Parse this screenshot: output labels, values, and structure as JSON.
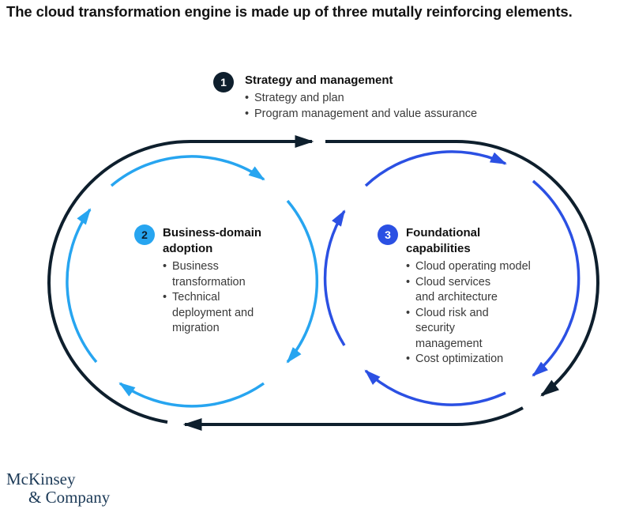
{
  "title": "The cloud transformation engine is made up of three mutally reinforcing elements.",
  "bullet_char": "•",
  "colors": {
    "outer_loop_dark_navy": "#0e1f2d",
    "adoption_circle_cyan": "#27a5f0",
    "capabilities_circle_blue": "#2b50e3",
    "body_text": "#3a3a3a",
    "logo_navy": "#1c3a57"
  },
  "sections": [
    {
      "number": "1",
      "heading_lines": [
        "Strategy and management"
      ],
      "bullets": [
        {
          "lines": [
            "Strategy and plan"
          ]
        },
        {
          "lines": [
            "Program management and value assurance"
          ]
        }
      ]
    },
    {
      "number": "2",
      "heading_lines": [
        "Business-domain",
        "adoption"
      ],
      "bullets": [
        {
          "lines": [
            "Business",
            "transformation"
          ]
        },
        {
          "lines": [
            "Technical",
            "deployment and",
            "migration"
          ]
        }
      ]
    },
    {
      "number": "3",
      "heading_lines": [
        "Foundational",
        "capabilities"
      ],
      "bullets": [
        {
          "lines": [
            "Cloud operating model"
          ]
        },
        {
          "lines": [
            "Cloud services",
            "and architecture"
          ]
        },
        {
          "lines": [
            "Cloud risk and",
            "security",
            "management"
          ]
        },
        {
          "lines": [
            "Cost optimization"
          ]
        }
      ]
    }
  ],
  "logo": {
    "line1": "McKinsey",
    "line2": "& Company"
  }
}
